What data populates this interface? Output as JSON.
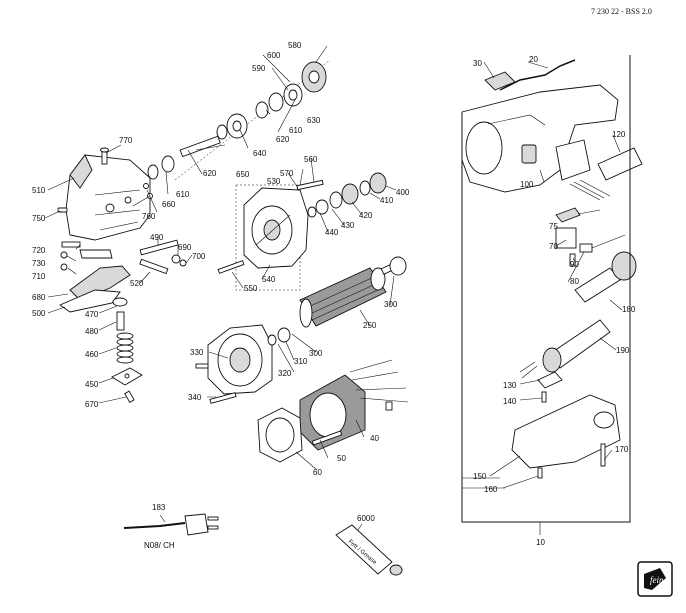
{
  "header": {
    "drawing_code": "7 230 22 - BSS 2.0"
  },
  "labels": {
    "p20": "20",
    "p30": "30",
    "p40": "40",
    "p50": "50",
    "p60": "60",
    "p70": "70",
    "p75": "75",
    "p80": "80",
    "p90": "90",
    "p100": "100",
    "p120": "120",
    "p130": "130",
    "p140": "140",
    "p150": "150",
    "p160": "160",
    "p170": "170",
    "p180": "180",
    "p190": "190",
    "p250": "250",
    "p300a": "300",
    "p300b": "300",
    "p310": "310",
    "p320": "320",
    "p330": "330",
    "p340": "340",
    "p400": "400",
    "p410": "410",
    "p420": "420",
    "p430": "430",
    "p440": "440",
    "p450": "450",
    "p460": "460",
    "p470": "470",
    "p480": "480",
    "p490": "490",
    "p500": "500",
    "p510": "510",
    "p520": "520",
    "p530": "530",
    "p540": "540",
    "p550": "550",
    "p560": "560",
    "p570": "570",
    "p580": "580",
    "p590": "590",
    "p600": "600",
    "p610a": "610",
    "p610b": "610",
    "p620a": "620",
    "p620b": "620",
    "p630": "630",
    "p640": "640",
    "p650": "650",
    "p660": "660",
    "p670": "670",
    "p680": "680",
    "p690": "690",
    "p700": "700",
    "p710": "710",
    "p720": "720",
    "p730": "730",
    "p750": "750",
    "p760": "760",
    "p770": "770",
    "p183": "183",
    "p6000": "6000",
    "p10": "10"
  },
  "plug": {
    "caption": "N08/ CH"
  },
  "grease_tube": {
    "text": "Fett / Grease"
  },
  "logo": {
    "name": "fein-logo"
  }
}
